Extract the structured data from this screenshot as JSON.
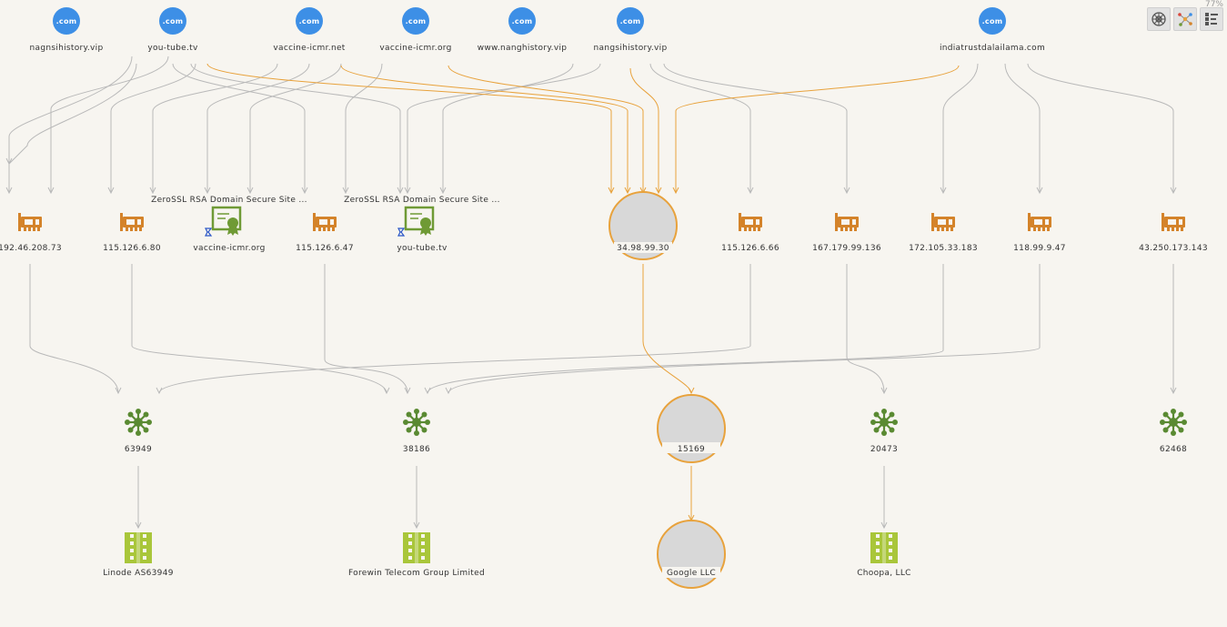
{
  "zoom_level": "77%",
  "colors": {
    "edge_default": "#b9b9b9",
    "edge_highlight": "#e8a23c",
    "domain_badge": "#3d8fe6",
    "ip_icon": "#d4832a",
    "cert_icon": "#6f9a35",
    "asn_icon": "#5a8a32",
    "org_icon": "#a9c63a",
    "selected_ring": "#e8a23c",
    "selected_fill": "#d8d8d8"
  },
  "toolbar": {
    "buttons": [
      {
        "name": "layout-radial-button",
        "icon": "radial-icon"
      },
      {
        "name": "layout-graph-button",
        "icon": "network-icon"
      },
      {
        "name": "layout-tree-button",
        "icon": "tree-icon"
      }
    ]
  },
  "nodes": {
    "domains": [
      {
        "id": "d1",
        "badge": ".com",
        "label": "nagnsihistory.vip"
      },
      {
        "id": "d2",
        "badge": ".com",
        "label": "you-tube.tv"
      },
      {
        "id": "d3",
        "badge": ".com",
        "label": "vaccine-icmr.net"
      },
      {
        "id": "d4",
        "badge": ".com",
        "label": "vaccine-icmr.org"
      },
      {
        "id": "d5",
        "badge": ".com",
        "label": "www.nanghistory.vip"
      },
      {
        "id": "d6",
        "badge": ".com",
        "label": "nangsihistory.vip"
      },
      {
        "id": "d7",
        "badge": ".com",
        "label": "indiatrustdalailama.com"
      }
    ],
    "ips": [
      {
        "id": "i1",
        "label": "192.46.208.73"
      },
      {
        "id": "i2",
        "label": "115.126.6.80"
      },
      {
        "id": "i3",
        "label": "115.126.6.47"
      },
      {
        "id": "i4",
        "label": "34.98.99.30",
        "selected": true
      },
      {
        "id": "i5",
        "label": "115.126.6.66"
      },
      {
        "id": "i6",
        "label": "167.179.99.136"
      },
      {
        "id": "i7",
        "label": "172.105.33.183"
      },
      {
        "id": "i8",
        "label": "118.99.9.47"
      },
      {
        "id": "i9",
        "label": "43.250.173.143"
      }
    ],
    "certs": [
      {
        "id": "c1",
        "title": "ZeroSSL RSA Domain Secure Site ...",
        "label": "vaccine-icmr.org"
      },
      {
        "id": "c2",
        "title": "ZeroSSL RSA Domain Secure Site ...",
        "label": "you-tube.tv"
      }
    ],
    "asns": [
      {
        "id": "a1",
        "label": "63949"
      },
      {
        "id": "a2",
        "label": "38186"
      },
      {
        "id": "a3",
        "label": "15169",
        "selected": true
      },
      {
        "id": "a4",
        "label": "20473"
      },
      {
        "id": "a5",
        "label": "62468"
      }
    ],
    "orgs": [
      {
        "id": "o1",
        "label": "Linode AS63949"
      },
      {
        "id": "o2",
        "label": "Forewin Telecom Group Limited"
      },
      {
        "id": "o3",
        "label": "Google LLC",
        "selected": true
      },
      {
        "id": "o4",
        "label": "Choopa, LLC"
      }
    ]
  }
}
